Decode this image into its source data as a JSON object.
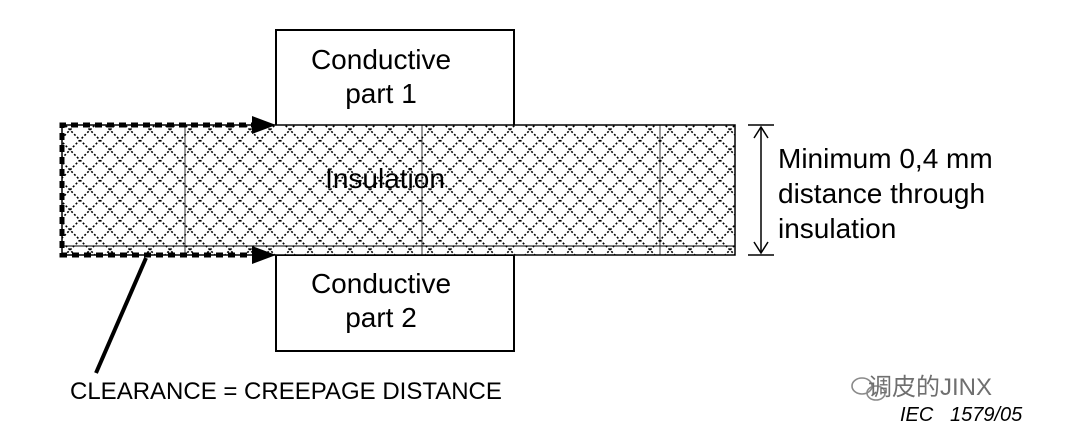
{
  "conductor_top": {
    "line1": "Conductive",
    "line2": "part 1"
  },
  "conductor_bottom": {
    "line1": "Conductive",
    "line2": "part 2"
  },
  "insulation": {
    "label": "Insulation"
  },
  "dimension": {
    "line1": "Minimum 0,4 mm",
    "line2": "distance through",
    "line3": "insulation"
  },
  "path_label": "CLEARANCE = CREEPAGE DISTANCE",
  "watermark": "调皮的JINX",
  "figure_code": "IEC   1579/05"
}
